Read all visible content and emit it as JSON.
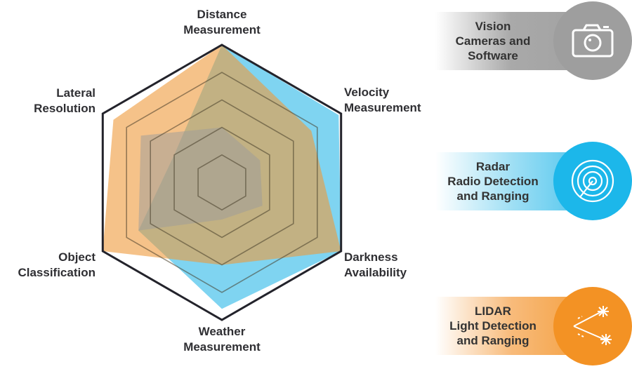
{
  "chart_data": {
    "type": "radar",
    "axes": [
      {
        "label": [
          "Distance",
          "Measurement"
        ]
      },
      {
        "label": [
          "Velocity",
          "Measurement"
        ]
      },
      {
        "label": [
          "Darkness",
          "Availability"
        ]
      },
      {
        "label": [
          "Weather",
          "Measurement"
        ]
      },
      {
        "label": [
          "Object",
          "Classification"
        ]
      },
      {
        "label": [
          "Lateral",
          "Resolution"
        ]
      }
    ],
    "levels": 5,
    "range": [
      0,
      5
    ],
    "series": [
      {
        "key": "radar",
        "color": "#33c3ee",
        "values": [
          5,
          4.9,
          5,
          4.6,
          3.5,
          2
        ]
      },
      {
        "key": "lidar",
        "color": "#f39a33",
        "values": [
          5,
          3.75,
          5,
          3,
          5,
          4.55
        ]
      },
      {
        "key": "vision",
        "color": "#9b9b9b",
        "values": [
          2,
          1.6,
          1.7,
          1.35,
          3.5,
          3.4
        ]
      }
    ]
  },
  "legend": [
    {
      "key": "vision",
      "lines": [
        "Vision",
        "Cameras and",
        "Software"
      ],
      "icon": "camera-icon",
      "color": "#9e9e9e"
    },
    {
      "key": "radar",
      "lines": [
        "Radar",
        "Radio Detection",
        "and Ranging"
      ],
      "icon": "radar-icon",
      "color": "#1cb7ea"
    },
    {
      "key": "lidar",
      "lines": [
        "LIDAR",
        "Light Detection",
        "and Ranging"
      ],
      "icon": "laser-icon",
      "color": "#f39224"
    }
  ]
}
